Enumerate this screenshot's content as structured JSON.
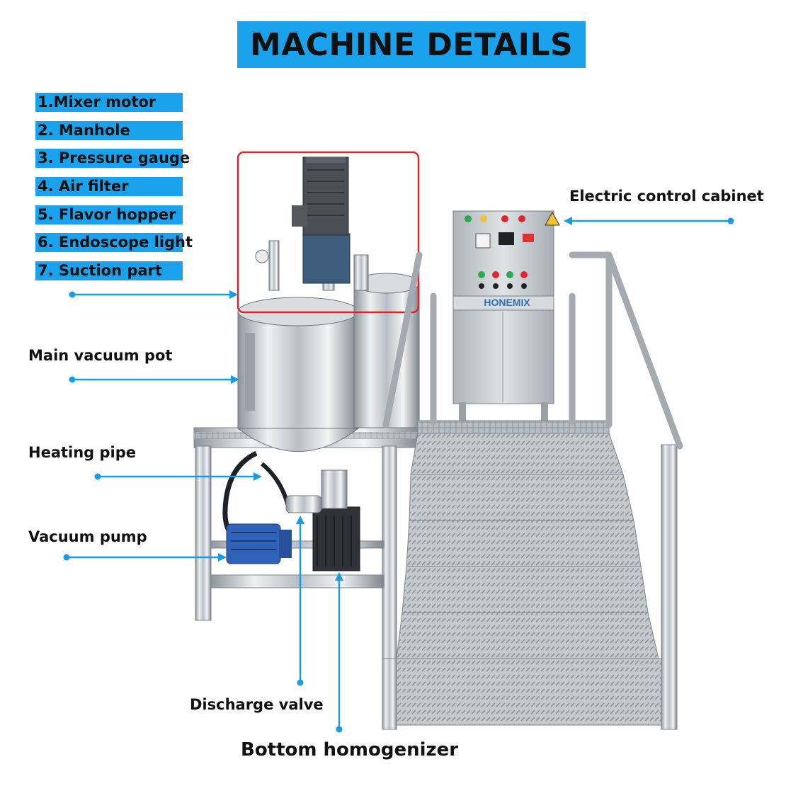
{
  "title": "MACHINE DETAILS",
  "parts_list": [
    "1.Mixer motor",
    "2. Manhole",
    "3. Pressure gauge",
    "4. Air filter",
    "5. Flavor hopper",
    "6. Endoscope light",
    "7. Suction part"
  ],
  "callouts": {
    "cabinet": "Electric control cabinet",
    "main_pot": "Main vacuum pot",
    "heating_pipe": "Heating pipe",
    "vacuum_pump": "Vacuum pump",
    "discharge_valve": "Discharge valve",
    "homogenizer": "Bottom homogenizer"
  },
  "brand": "HONEMIX",
  "colors": {
    "accent_blue": "#1aa3ec",
    "highlight_red": "#e0262d",
    "steel": "#c9ced3"
  }
}
